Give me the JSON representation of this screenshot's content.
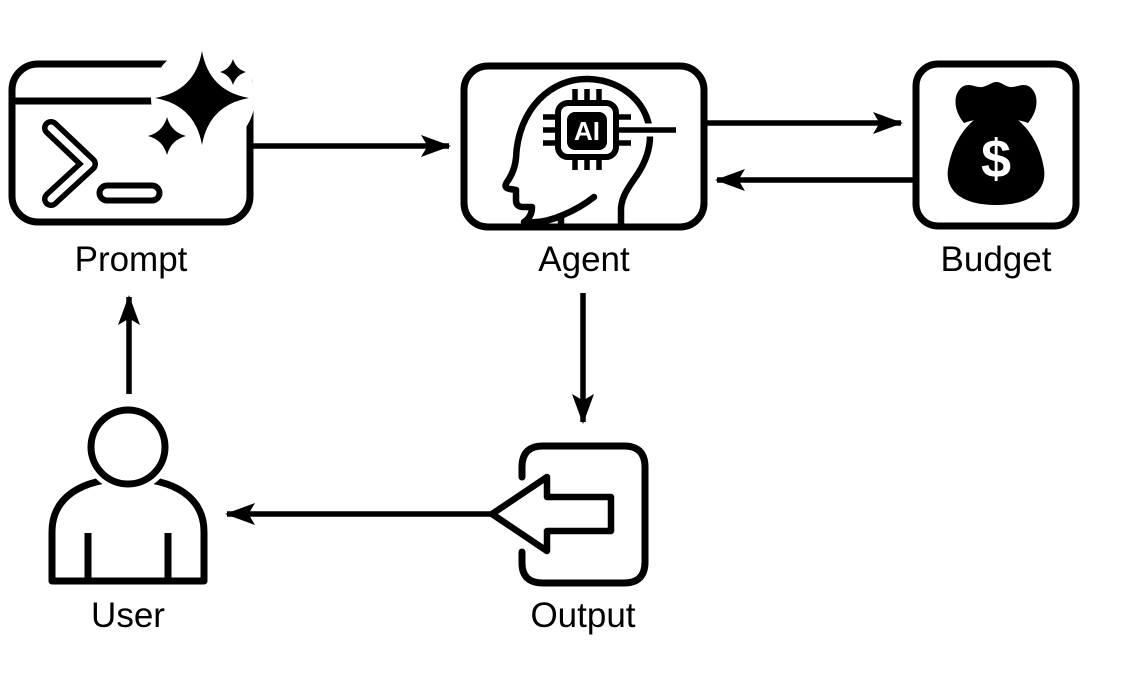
{
  "diagram": {
    "type": "flowchart",
    "colors": {
      "ink": "#000000",
      "background": "#ffffff"
    },
    "nodes": {
      "prompt": {
        "label": "Prompt",
        "icon": "terminal-sparkles-icon"
      },
      "agent": {
        "label": "Agent",
        "icon": "head-ai-chip-icon",
        "chip_label": "AI"
      },
      "budget": {
        "label": "Budget",
        "icon": "money-bag-icon",
        "currency_symbol": "$"
      },
      "output": {
        "label": "Output",
        "icon": "export-arrow-icon"
      },
      "user": {
        "label": "User",
        "icon": "person-icon"
      }
    },
    "edges": [
      {
        "from": "Prompt",
        "to": "Agent",
        "direction": "right"
      },
      {
        "from": "Agent",
        "to": "Budget",
        "direction": "right"
      },
      {
        "from": "Budget",
        "to": "Agent",
        "direction": "left"
      },
      {
        "from": "Agent",
        "to": "Output",
        "direction": "down"
      },
      {
        "from": "Output",
        "to": "User",
        "direction": "left"
      },
      {
        "from": "User",
        "to": "Prompt",
        "direction": "up"
      }
    ]
  }
}
